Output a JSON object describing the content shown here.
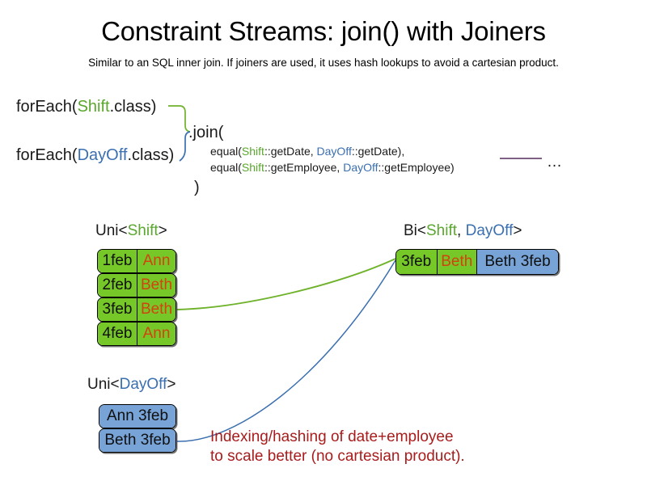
{
  "header": {
    "title": "Constraint Streams: join() with Joiners",
    "subtitle": "Similar to an SQL inner join. If joiners are used, it uses hash lookups to avoid a cartesian product."
  },
  "code": {
    "foreach_shift": {
      "prefix": "forEach(",
      "type": "Shift",
      "suffix": ".class)"
    },
    "foreach_dayoff": {
      "prefix": "forEach(",
      "type": "DayOff",
      "suffix": ".class)"
    },
    "join_open": ".join(",
    "join_close": ")",
    "joiners": [
      {
        "fn": "equal(",
        "left_type": "Shift",
        "left_ref": "::getDate, ",
        "right_type": "DayOff",
        "right_ref": "::getDate),"
      },
      {
        "fn": "equal(",
        "left_type": "Shift",
        "left_ref": "::getEmployee, ",
        "right_type": "DayOff",
        "right_ref": "::getEmployee)"
      }
    ],
    "ellipsis": "…"
  },
  "streams": {
    "uni_shift": {
      "label_prefix": "Uni<",
      "label_type": "Shift",
      "label_suffix": ">",
      "rows": [
        {
          "date": "1feb",
          "name": "Ann"
        },
        {
          "date": "2feb",
          "name": "Beth"
        },
        {
          "date": "3feb",
          "name": "Beth"
        },
        {
          "date": "4feb",
          "name": "Ann"
        }
      ]
    },
    "uni_dayoff": {
      "label_prefix": "Uni<",
      "label_type": "DayOff",
      "label_suffix": ">",
      "rows": [
        {
          "text": "Ann 3feb"
        },
        {
          "text": "Beth 3feb"
        }
      ]
    },
    "bi": {
      "label_prefix": "Bi<",
      "label_type_a": "Shift",
      "label_separator": ", ",
      "label_type_b": "DayOff",
      "label_suffix": ">",
      "row": {
        "date": "3feb",
        "name": "Beth",
        "dayoff": "Beth 3feb"
      }
    }
  },
  "annotation": {
    "line1": "Indexing/hashing of date+employee",
    "line2": "to scale better (no cartesian product)."
  },
  "colors": {
    "shift_green": "#5aa72e",
    "dayoff_blue": "#3a6fb0",
    "box_green": "#76c828",
    "box_blue": "#77a3d6",
    "name_orange": "#d2430f",
    "annotation_red": "#a81c1c",
    "connector_green": "#6fb22b",
    "connector_blue": "#3a6fb0",
    "ellipsis_line_purple": "#6b4a73"
  }
}
